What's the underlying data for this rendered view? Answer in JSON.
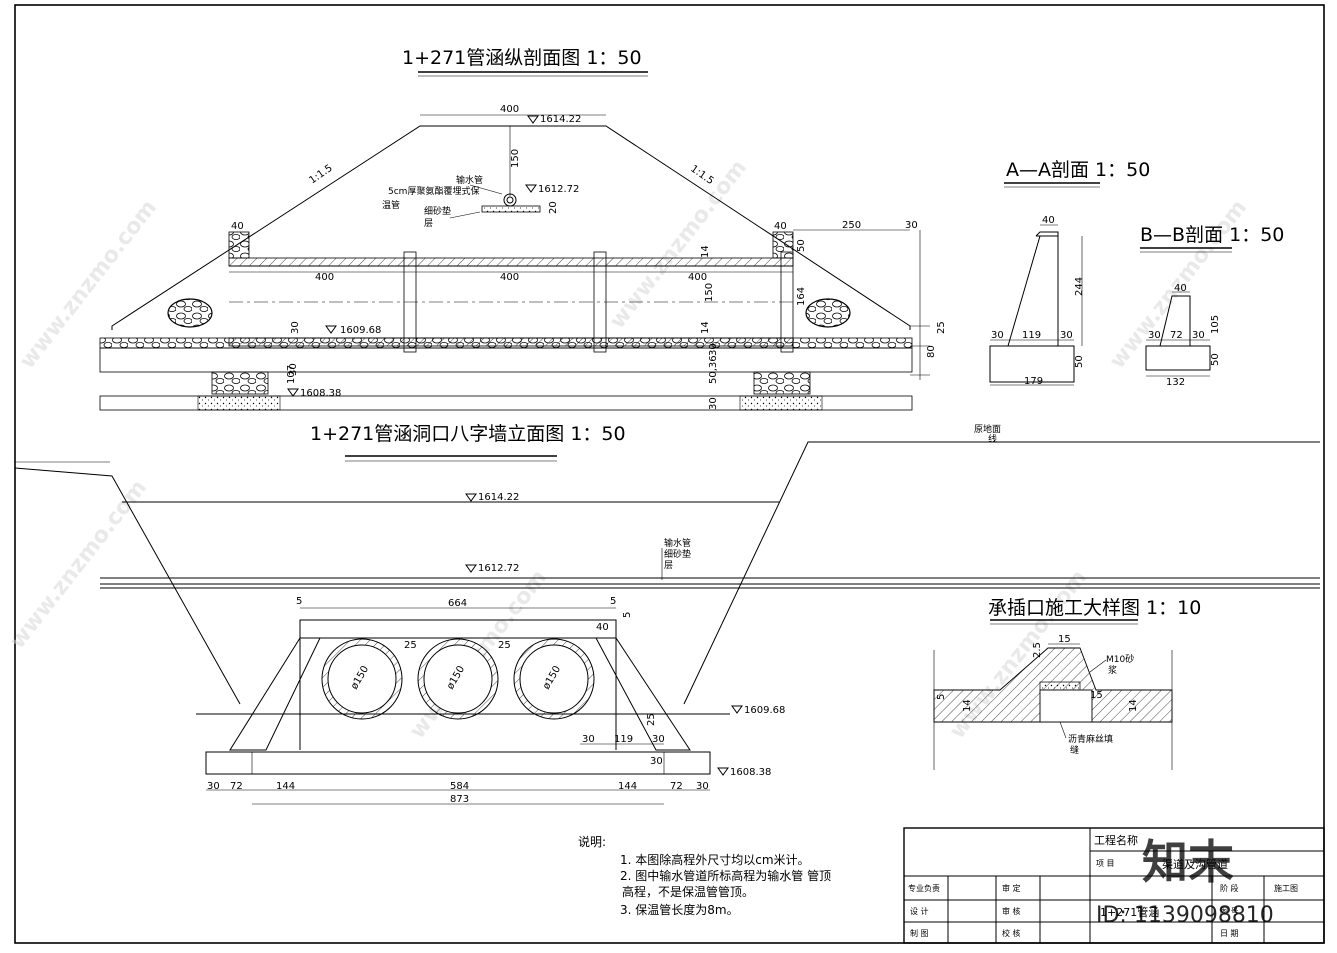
{
  "titles": {
    "longitudinal": "1+271管涵纵剖面图 1：50",
    "elevation": "1+271管涵洞口八字墙立面图 1：50",
    "section_aa": "A—A剖面 1：50",
    "section_bb": "B—B剖面 1：50",
    "joint_detail": "承插口施工大样图 1：10"
  },
  "long_section": {
    "dims": [
      "400",
      "150",
      "20",
      "40",
      "40",
      "250",
      "30",
      "400",
      "400",
      "400",
      "14",
      "150",
      "14",
      "164",
      "50",
      "30",
      "25",
      "80",
      "30",
      "107",
      "50,36",
      "30",
      "30"
    ],
    "slopes": [
      "1:1.5",
      "1:1.5"
    ],
    "elevations": [
      "1614.22",
      "1612.72",
      "1609.68",
      "1608.38"
    ],
    "labels": [
      "输水管",
      "5cm厚聚氨酯覆埋式保",
      "温管",
      "细砂垫",
      "层"
    ]
  },
  "section_aa": {
    "dims": [
      "40",
      "244",
      "30",
      "119",
      "30",
      "50",
      "179"
    ]
  },
  "section_bb": {
    "dims": [
      "40",
      "105",
      "30",
      "72",
      "30",
      "50",
      "132"
    ]
  },
  "elevation_view": {
    "elevations": [
      "1614.22",
      "1612.72",
      "1609.68",
      "1608.38"
    ],
    "labels": [
      "原地面",
      "线",
      "输水管",
      "细砂垫",
      "层"
    ],
    "dims_top": [
      "5",
      "664",
      "5",
      "5",
      "40"
    ],
    "pipes": [
      "ø150",
      "ø150",
      "ø150"
    ],
    "dims_mid": [
      "25",
      "25",
      "30",
      "119",
      "30",
      "30",
      "25"
    ],
    "dims_bottom": [
      "30",
      "72",
      "144",
      "584",
      "144",
      "72",
      "30",
      "873"
    ]
  },
  "joint_detail": {
    "dims": [
      "15",
      "2.5",
      "14",
      "15",
      "14",
      "5"
    ],
    "labels": [
      "M10砂",
      "浆",
      "沥青麻丝填",
      "缝"
    ]
  },
  "notes": {
    "heading": "说明:",
    "items": [
      "1. 本图除高程外尺寸均以cm米计。",
      "2. 图中输水管道所标高程为输水管  管顶",
      "高程，不是保温管管顶。",
      "3. 保温管长度为8m。"
    ]
  },
  "title_block": {
    "project_name": "工程名称",
    "item": "项    目",
    "item_value": "渠道及沟管道",
    "drawing_no": "1+271管涵",
    "stage": "阶    段",
    "stage_value": "施工图",
    "rows": [
      "专业负责",
      "设    计",
      "制    图"
    ],
    "checks": [
      "审    定",
      "审    核",
      "校    核"
    ],
    "right": [
      "图    号",
      "日    期"
    ]
  },
  "watermark": {
    "site": "www.znzmo.com",
    "brand": "知末",
    "id": "ID: 1139098810"
  }
}
